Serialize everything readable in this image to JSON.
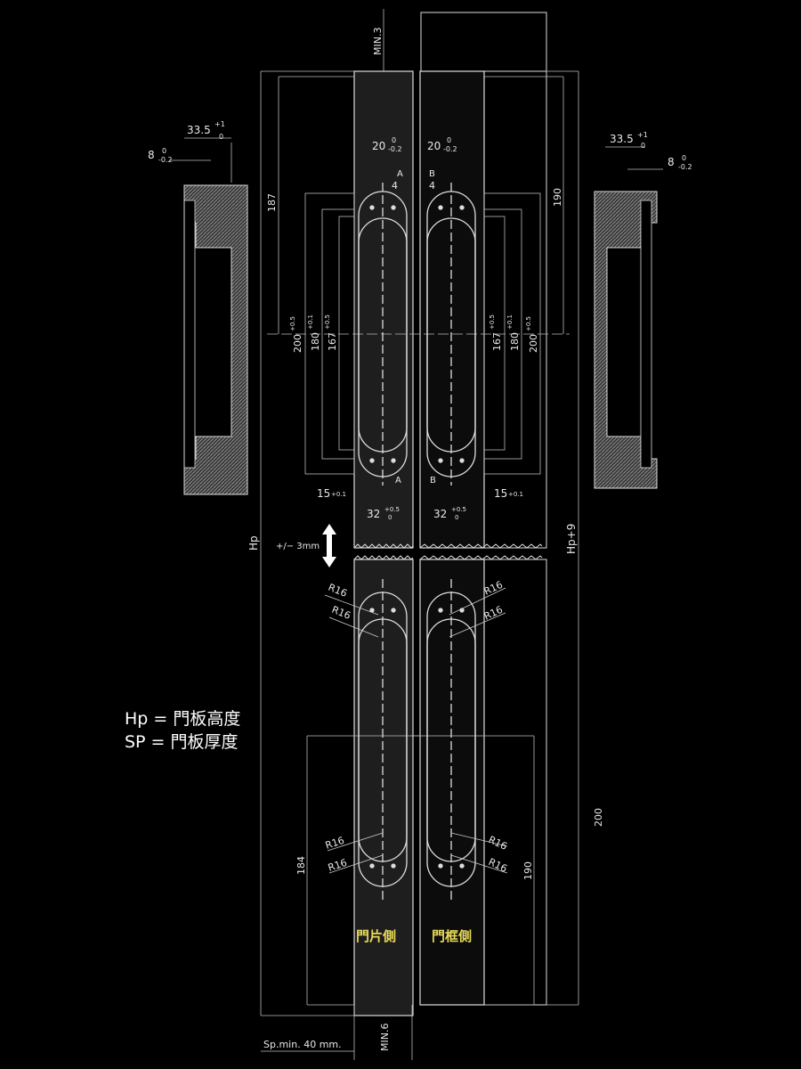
{
  "legend": {
    "line1": "Hp = 門板高度",
    "line2": "SP = 門板厚度"
  },
  "labels": {
    "door_side": "門片側",
    "frame_side": "門框側",
    "min3": "MIN.3",
    "min6": "MIN.6",
    "sp_min": "Sp.min. 40 mm.",
    "hp": "Hp",
    "hp9": "Hp+9",
    "adjust": "+/−  3mm",
    "section_a": "A",
    "section_b": "B"
  },
  "dims": {
    "d33_5": "33.5",
    "tol_p1": "+1",
    "tol_0": "0",
    "d8": "8",
    "tol_m02": "-0.2",
    "d20": "20",
    "d4": "4",
    "d187": "187",
    "d190": "190",
    "d200": "200",
    "d180": "180",
    "d167": "167",
    "tol_p05": "+0.5",
    "tol_p01": "+0.1",
    "d15": "15",
    "d32": "32",
    "r16": "R16",
    "d184": "184"
  },
  "colors": {
    "background": "#000000",
    "line": "#e8e8e8",
    "dim_line": "#bdbdbd",
    "hatch": "#9a9a9a",
    "strip": "#222222",
    "accent": "#e8d85a"
  }
}
